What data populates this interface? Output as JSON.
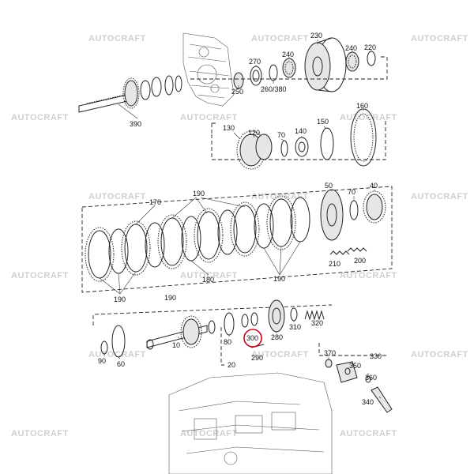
{
  "watermark_text": "AUTOCRAFT",
  "highlight_color": "#d0021b",
  "callouts": [
    "230",
    "270",
    "240",
    "240",
    "220",
    "250",
    "260/380",
    "390",
    "160",
    "130",
    "120",
    "70",
    "140",
    "150",
    "190",
    "170",
    "50",
    "40",
    "70",
    "180",
    "210",
    "200",
    "190",
    "190",
    "190",
    "300",
    "10",
    "80",
    "280",
    "310",
    "320",
    "90",
    "60",
    "20",
    "290",
    "370",
    "330",
    "350",
    "360",
    "340"
  ],
  "highlighted_callout": "300"
}
